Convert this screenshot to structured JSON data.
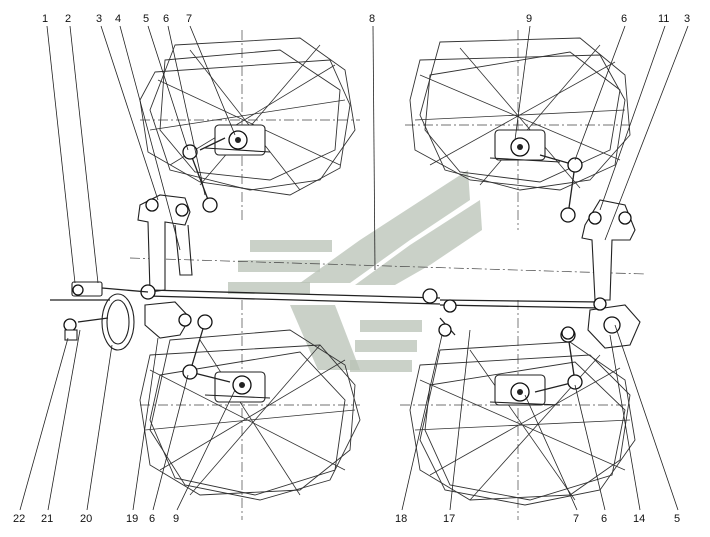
{
  "figure": {
    "callouts_top": [
      {
        "id": "1",
        "label": "1"
      },
      {
        "id": "2",
        "label": "2"
      },
      {
        "id": "3a",
        "label": "3"
      },
      {
        "id": "4",
        "label": "4"
      },
      {
        "id": "5a",
        "label": "5"
      },
      {
        "id": "6a",
        "label": "6"
      },
      {
        "id": "7a",
        "label": "7"
      },
      {
        "id": "8",
        "label": "8"
      },
      {
        "id": "9a",
        "label": "9"
      },
      {
        "id": "6b",
        "label": "6"
      },
      {
        "id": "11",
        "label": "11"
      },
      {
        "id": "3b",
        "label": "3"
      }
    ],
    "callouts_bottom": [
      {
        "id": "22",
        "label": "22"
      },
      {
        "id": "21",
        "label": "21"
      },
      {
        "id": "20",
        "label": "20"
      },
      {
        "id": "19",
        "label": "19"
      },
      {
        "id": "6c",
        "label": "6"
      },
      {
        "id": "9b",
        "label": "9"
      },
      {
        "id": "18",
        "label": "18"
      },
      {
        "id": "17",
        "label": "17"
      },
      {
        "id": "7b",
        "label": "7"
      },
      {
        "id": "6d",
        "label": "6"
      },
      {
        "id": "14",
        "label": "14"
      },
      {
        "id": "5b",
        "label": "5"
      }
    ],
    "colors": {
      "ink": "#222222",
      "watermark": "#b8c1b5"
    }
  }
}
